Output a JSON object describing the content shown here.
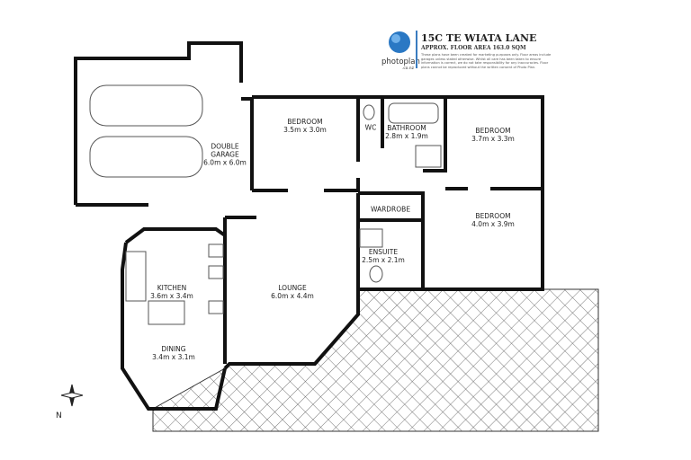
{
  "header": {
    "title": "15C TE WIATA LANE",
    "floor_area": "APPROX. FLOOR AREA 163.0 SQM",
    "disclaimer": "These plans have been created for marketing purposes only. Floor areas include garages unless stated otherwise. Whilst all care has been taken to ensure information is correct, we do not take responsibility for any inaccuracies. Floor plans cannot be reproduced without the written consent of Photo Plan.",
    "logo_text": "photoplan",
    "logo_sub": ".co.nz",
    "accent_color": "#2a78c4"
  },
  "rooms": [
    {
      "name": "DOUBLE\nGARAGE",
      "size": "6.0m x 6.0m"
    },
    {
      "name": "BEDROOM",
      "size": "3.5m x 3.0m"
    },
    {
      "name": "WC",
      "size": ""
    },
    {
      "name": "BATHROOM",
      "size": "2.8m x 1.9m"
    },
    {
      "name": "BEDROOM",
      "size": "3.7m x 3.3m"
    },
    {
      "name": "WARDROBE",
      "size": ""
    },
    {
      "name": "BEDROOM",
      "size": "4.0m x 3.9m"
    },
    {
      "name": "ENSUITE",
      "size": "2.5m x 2.1m"
    },
    {
      "name": "KITCHEN",
      "size": "3.6m x 3.4m"
    },
    {
      "name": "LOUNGE",
      "size": "6.0m x 4.4m"
    },
    {
      "name": "DINING",
      "size": "3.4m x 3.1m"
    }
  ],
  "compass": {
    "label": "N",
    "icon": "compass-icon"
  }
}
